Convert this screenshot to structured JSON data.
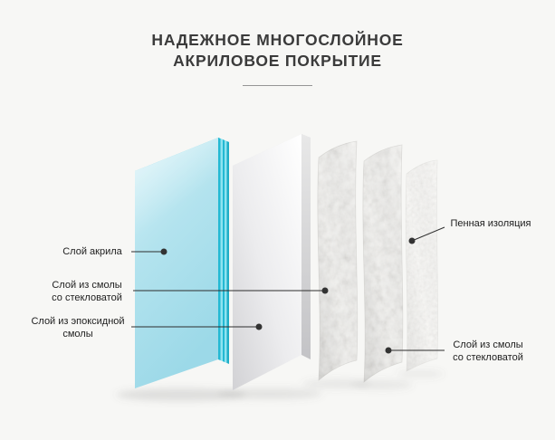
{
  "title": {
    "line1": "НАДЕЖНОЕ МНОГОСЛОЙНОЕ",
    "line2": "АКРИЛОВОЕ ПОКРЫТИЕ"
  },
  "callouts": {
    "acrylic": {
      "text": "Слой акрила"
    },
    "resin_glass_left": {
      "line1": "Слой из смолы",
      "line2": "со стекловатой"
    },
    "epoxy": {
      "line1": "Слой из эпоксидной",
      "line2": "смолы"
    },
    "foam": {
      "text": "Пенная изоляция"
    },
    "resin_glass_right": {
      "line1": "Слой из смолы",
      "line2": "со стекловатой"
    }
  },
  "layers": [
    {
      "name": "Слой акрила"
    },
    {
      "name": "Слой из эпоксидной смолы"
    },
    {
      "name": "Слой из смолы со стекловатой"
    },
    {
      "name": "Слой из смолы со стекловатой"
    },
    {
      "name": "Пенная изоляция"
    }
  ],
  "colors": {
    "background": "#f7f7f5",
    "title_text": "#3b3b3b",
    "label_text": "#1d1d1d",
    "callout_line": "#2d2d2d",
    "acrylic_face": "#b3e3ee",
    "acrylic_edge": "#23b9d3",
    "epoxy_face": "#ececee",
    "fiberglass": "#d6d4cf",
    "foam": "#e7e5e0"
  }
}
